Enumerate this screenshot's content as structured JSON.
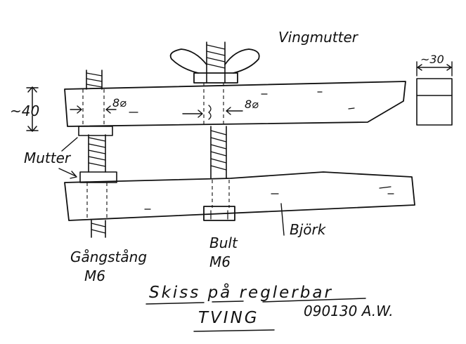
{
  "labels": {
    "wingnut": "Vingmutter",
    "width_dim": "~30",
    "height_dim": "~40",
    "hole_left": "8⌀",
    "hole_right": "8⌀",
    "nut": "Mutter",
    "threaded_rod": "Gångstång",
    "threaded_rod_size": "M6",
    "bolt": "Bult",
    "bolt_size": "M6",
    "wood": "Björk"
  },
  "title": {
    "line1": "Skiss på reglerbar",
    "line2": "TVING",
    "date_initials": "090130 A.W."
  }
}
